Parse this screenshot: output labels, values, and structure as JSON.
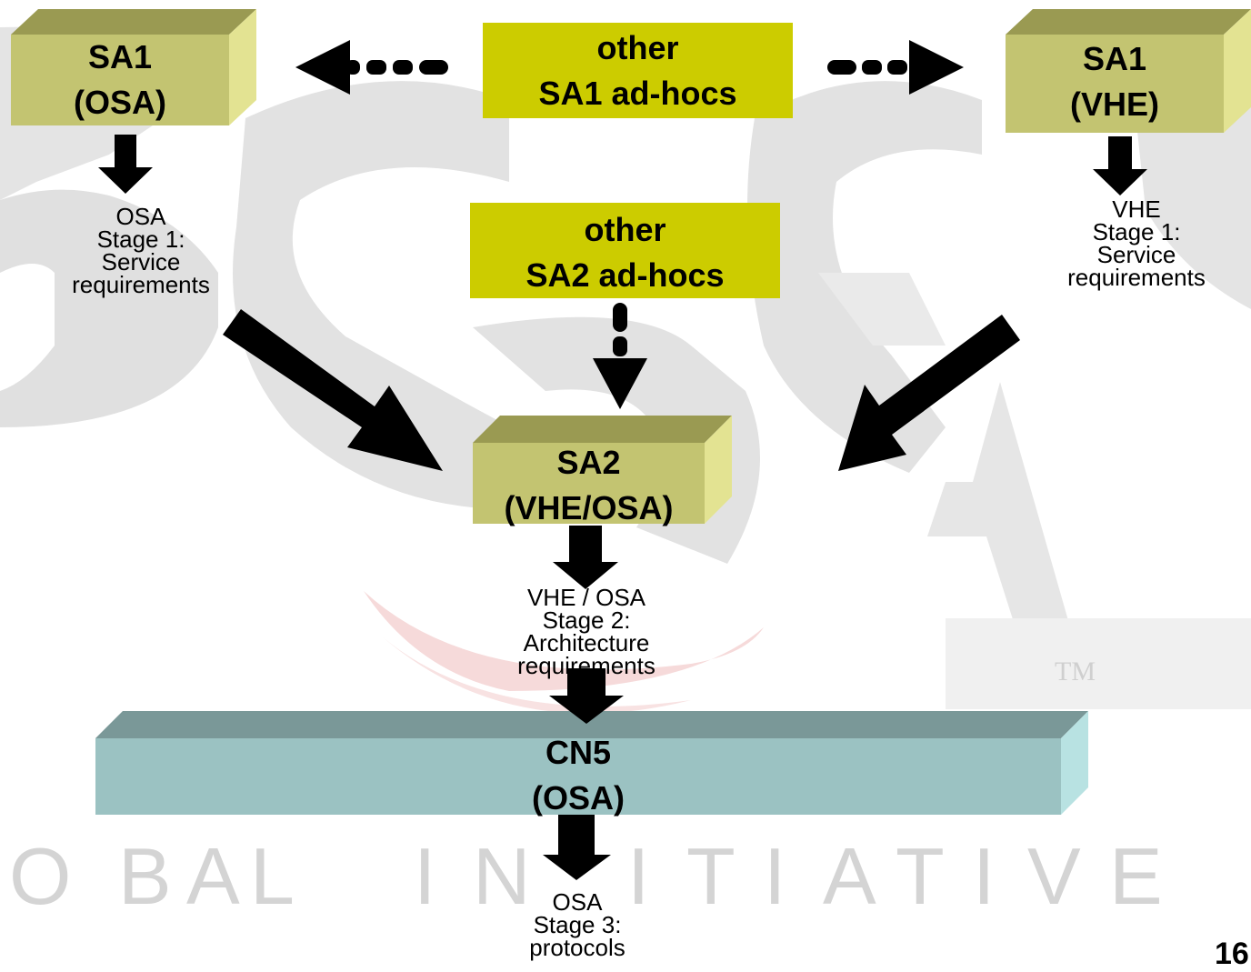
{
  "boxes": {
    "sa1_osa": {
      "line1": "SA1",
      "line2": "(OSA)"
    },
    "sa1_vhe": {
      "line1": "SA1",
      "line2": "(VHE)"
    },
    "other_sa1": {
      "line1": "other",
      "line2": "SA1 ad-hocs"
    },
    "other_sa2": {
      "line1": "other",
      "line2": "SA2 ad-hocs"
    },
    "sa2": {
      "line1": "SA2",
      "line2": "(VHE/OSA)"
    },
    "cn5": {
      "line1": "CN5",
      "line2": "(OSA)"
    }
  },
  "captions": {
    "osa_stage1": [
      "OSA",
      "Stage 1:",
      "Service",
      "requirements"
    ],
    "vhe_stage1": [
      "VHE",
      "Stage 1:",
      "Service",
      "requirements"
    ],
    "stage2": [
      "VHE / OSA",
      "Stage 2:",
      "Architecture",
      "requirements"
    ],
    "stage3": [
      "OSA",
      "Stage 3:",
      "protocols"
    ]
  },
  "watermark": {
    "letters": [
      "O",
      "B",
      "A",
      "L",
      "I",
      "N",
      "I",
      "T",
      "I",
      "A",
      "T",
      "I",
      "V",
      "E"
    ],
    "tm": "TM"
  },
  "page_number": "16",
  "colors": {
    "olive_front": "#c3c471",
    "olive_top": "#9a9a52",
    "olive_side": "#e3e392",
    "yellow_box": "#cccc00",
    "teal_front": "#9bc2c2",
    "teal_top": "#7a9898",
    "teal_side": "#b8e2e2",
    "watermark_gray": "#dedede",
    "watermark_red": "#f4d6d6",
    "arrow": "#000000"
  }
}
